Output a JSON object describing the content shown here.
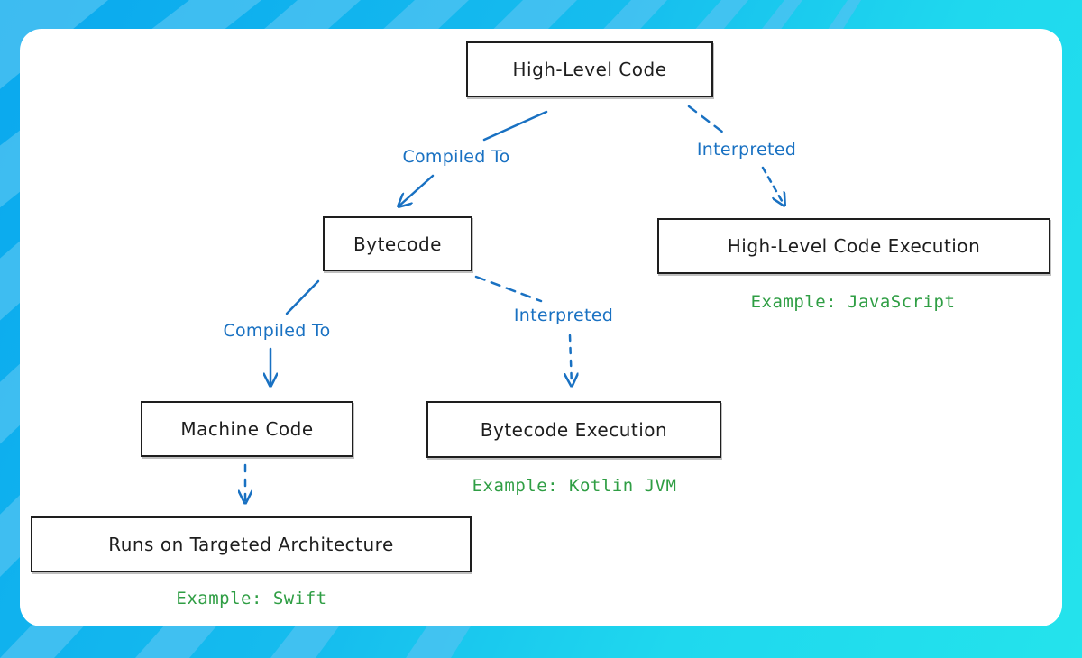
{
  "diagram": {
    "nodes": {
      "high_level_code": "High-Level Code",
      "bytecode": "Bytecode",
      "high_level_code_execution": "High-Level Code Execution",
      "machine_code": "Machine Code",
      "bytecode_execution": "Bytecode Execution",
      "runs_on_targeted_architecture": "Runs on Targeted Architecture"
    },
    "edges": [
      {
        "from": "High-Level Code",
        "to": "Bytecode",
        "label": "Compiled To",
        "style": "solid"
      },
      {
        "from": "High-Level Code",
        "to": "High-Level Code Execution",
        "label": "Interpreted",
        "style": "dashed"
      },
      {
        "from": "Bytecode",
        "to": "Machine Code",
        "label": "Compiled To",
        "style": "solid"
      },
      {
        "from": "Bytecode",
        "to": "Bytecode Execution",
        "label": "Interpreted",
        "style": "dashed"
      },
      {
        "from": "Machine Code",
        "to": "Runs on Targeted Architecture",
        "label": "",
        "style": "dashed"
      }
    ],
    "examples": {
      "javascript": "Example: JavaScript",
      "kotlin": "Example: Kotlin JVM",
      "swift": "Example: Swift"
    },
    "colors": {
      "edge": "#1971c2",
      "example": "#2f9e44",
      "node_border": "#1e1e1e"
    }
  }
}
